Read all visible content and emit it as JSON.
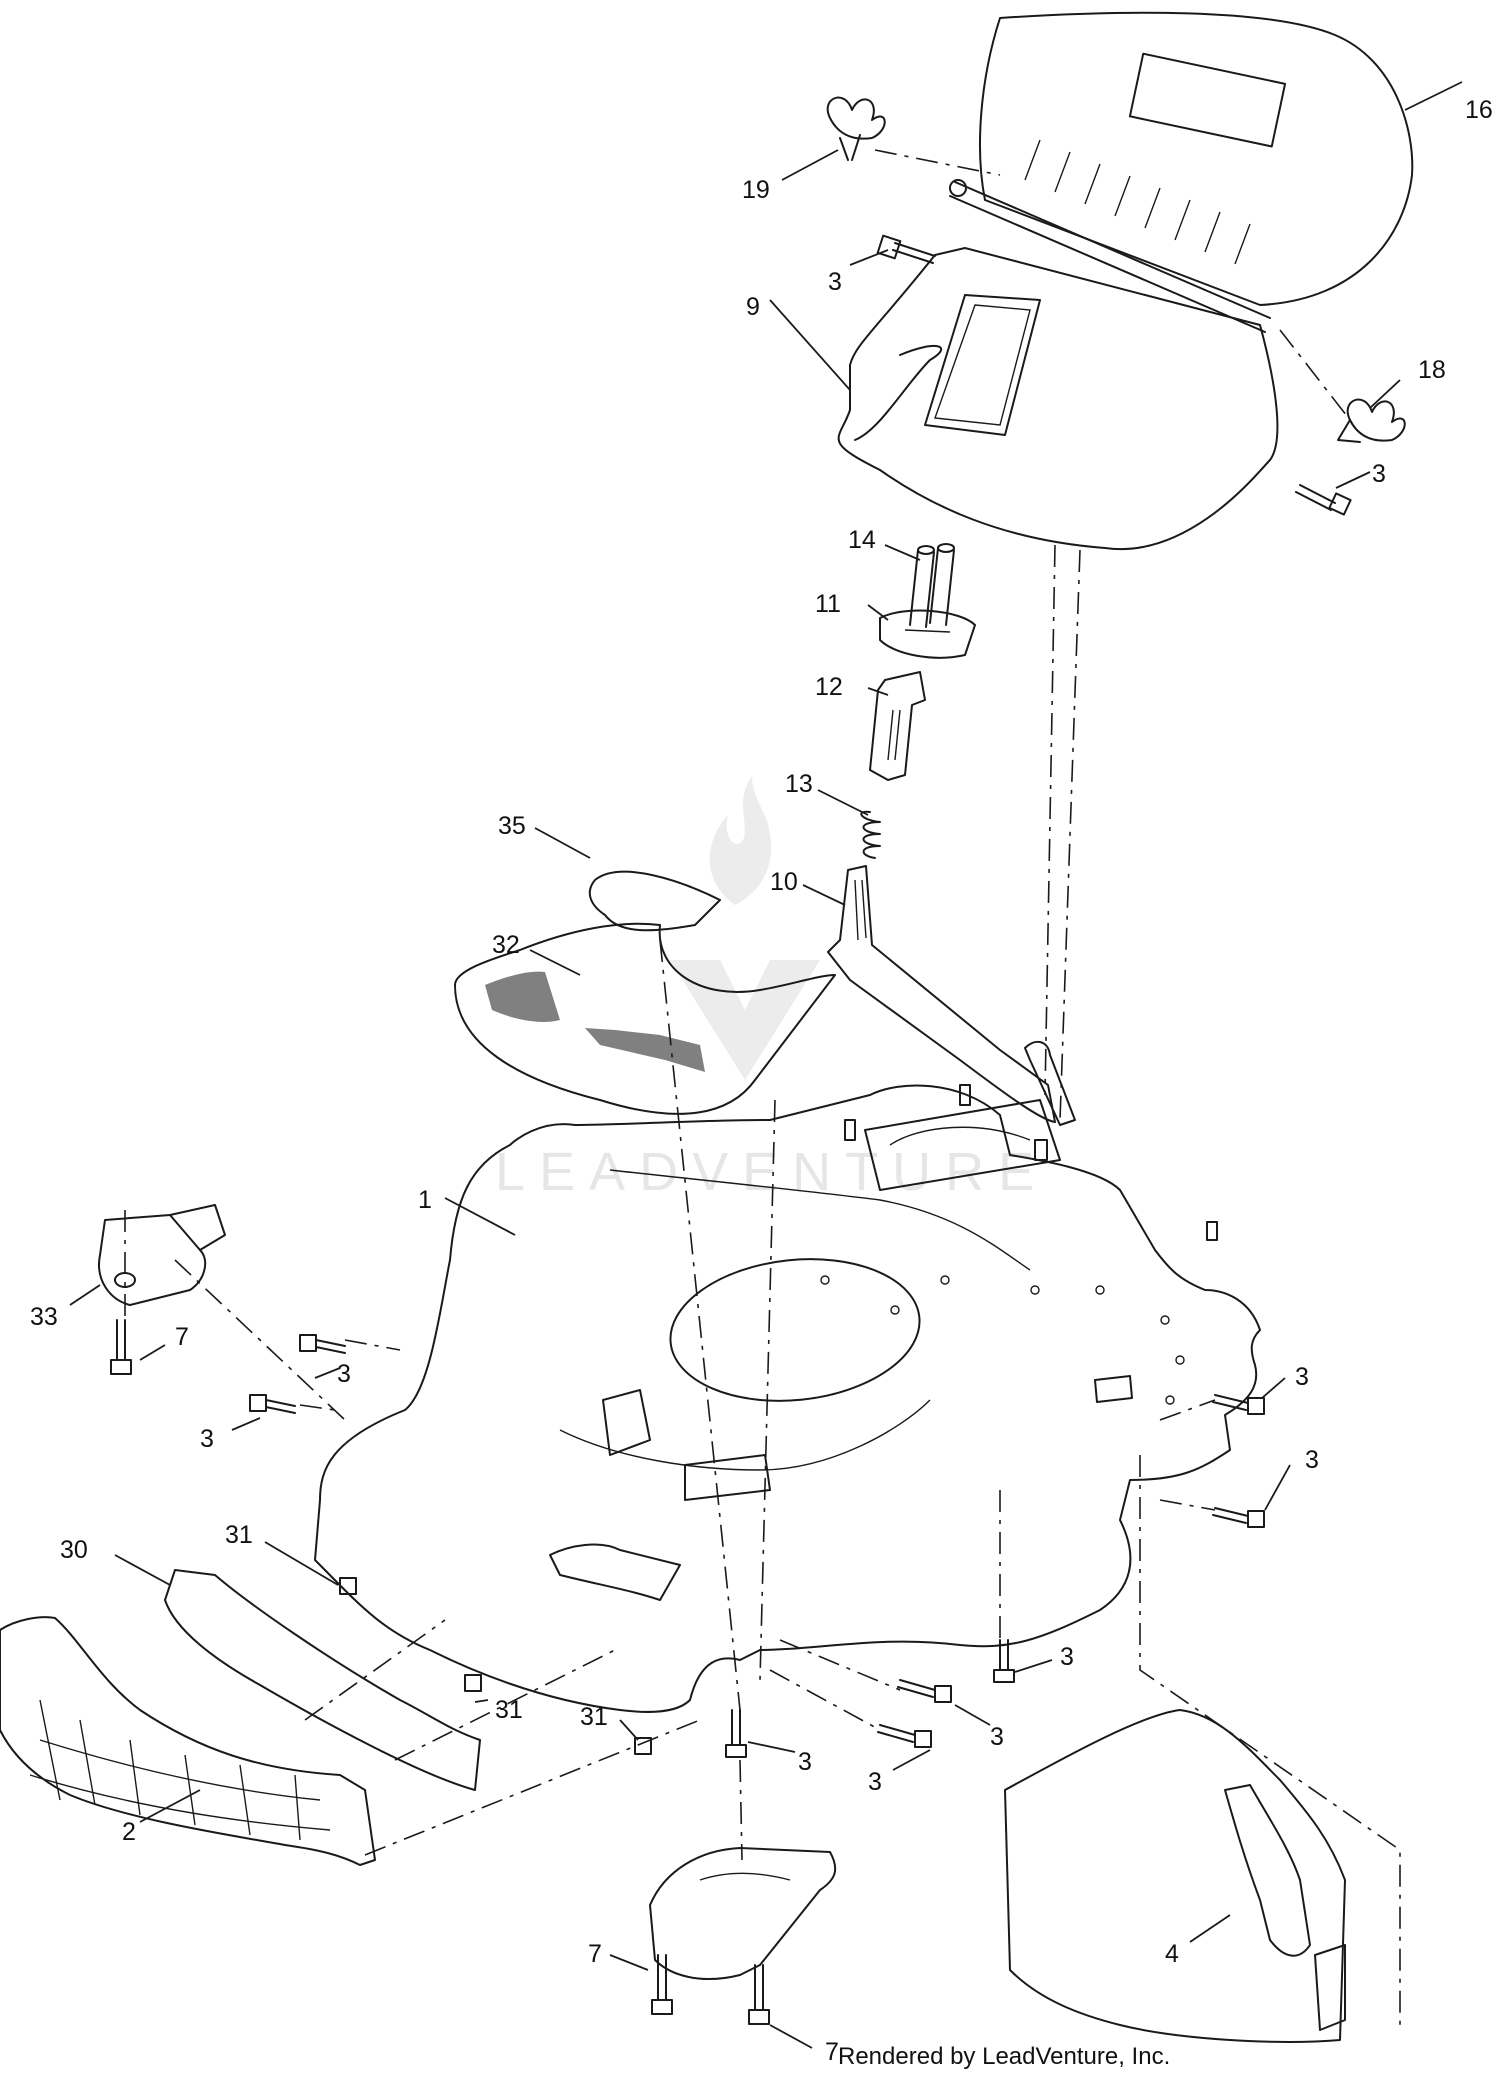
{
  "watermark": {
    "text": "LEADVENTURE"
  },
  "credit": "Rendered by LeadVenture, Inc.",
  "callouts": [
    {
      "id": "c16",
      "label": "16"
    },
    {
      "id": "c19",
      "label": "19"
    },
    {
      "id": "c3a",
      "label": "3"
    },
    {
      "id": "c9",
      "label": "9"
    },
    {
      "id": "c18",
      "label": "18"
    },
    {
      "id": "c3b",
      "label": "3"
    },
    {
      "id": "c14",
      "label": "14"
    },
    {
      "id": "c11",
      "label": "11"
    },
    {
      "id": "c12",
      "label": "12"
    },
    {
      "id": "c13",
      "label": "13"
    },
    {
      "id": "c10",
      "label": "10"
    },
    {
      "id": "c35",
      "label": "35"
    },
    {
      "id": "c32",
      "label": "32"
    },
    {
      "id": "c1",
      "label": "1"
    },
    {
      "id": "c33",
      "label": "33"
    },
    {
      "id": "c7a",
      "label": "7"
    },
    {
      "id": "c3c",
      "label": "3"
    },
    {
      "id": "c3d",
      "label": "3"
    },
    {
      "id": "c3e",
      "label": "3"
    },
    {
      "id": "c3f",
      "label": "3"
    },
    {
      "id": "c31a",
      "label": "31"
    },
    {
      "id": "c30",
      "label": "30"
    },
    {
      "id": "c31b",
      "label": "31"
    },
    {
      "id": "c3g",
      "label": "3"
    },
    {
      "id": "c31c",
      "label": "31"
    },
    {
      "id": "c3h",
      "label": "3"
    },
    {
      "id": "c3i",
      "label": "3"
    },
    {
      "id": "c3j",
      "label": "3"
    },
    {
      "id": "c2",
      "label": "2"
    },
    {
      "id": "c4",
      "label": "4"
    },
    {
      "id": "c7b",
      "label": "7"
    },
    {
      "id": "c7c",
      "label": "7"
    }
  ]
}
